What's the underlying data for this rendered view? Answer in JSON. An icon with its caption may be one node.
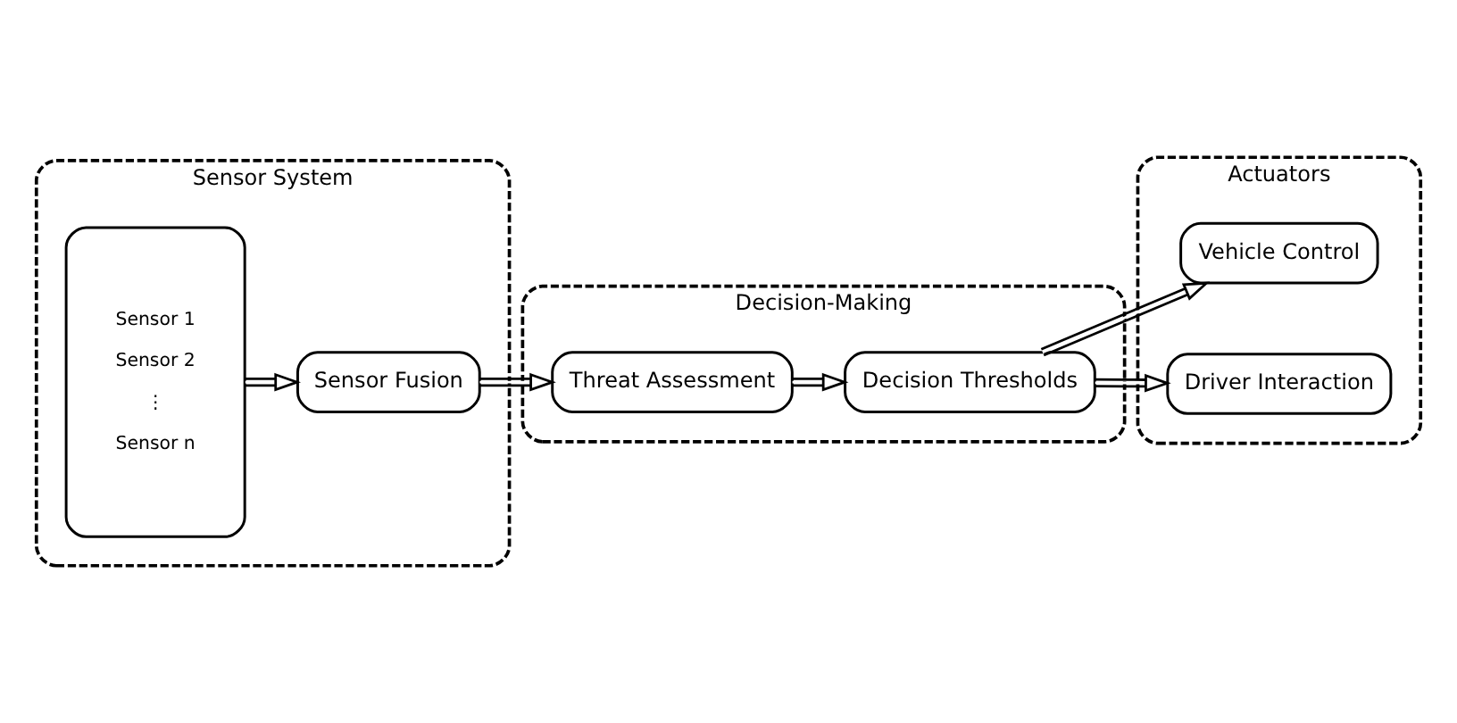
{
  "diagram": {
    "nodes": [
      {
        "text": [
          "Sensor System"
        ]
      },
      {
        "text": [
          "Sensor 1",
          "Sensor 2",
          "⋮",
          "Sensor n"
        ],
        "in": 0
      },
      {
        "text": [
          "Sensor Fusion"
        ],
        "in": 0
      },
      {
        "text": [
          "Decision-Making"
        ]
      },
      {
        "text": [
          "Threat Assessment"
        ],
        "in": 3
      },
      {
        "text": [
          "Decision Thresholds"
        ],
        "in": 3
      },
      {
        "text": [
          "Actuators"
        ]
      },
      {
        "text": [
          "Vehicle Control"
        ],
        "in": 6
      },
      {
        "text": [
          "Driver Interaction"
        ],
        "in": 6
      }
    ],
    "edges": [
      {
        "from": 1,
        "to": 2,
        "arrow": "to"
      },
      {
        "from": 2,
        "to": 4,
        "arrow": "to"
      },
      {
        "from": 4,
        "to": 5,
        "arrow": "to"
      },
      {
        "from": 5,
        "to": 7,
        "arrow": "to"
      },
      {
        "from": 5,
        "to": 8,
        "arrow": "to"
      }
    ]
  }
}
